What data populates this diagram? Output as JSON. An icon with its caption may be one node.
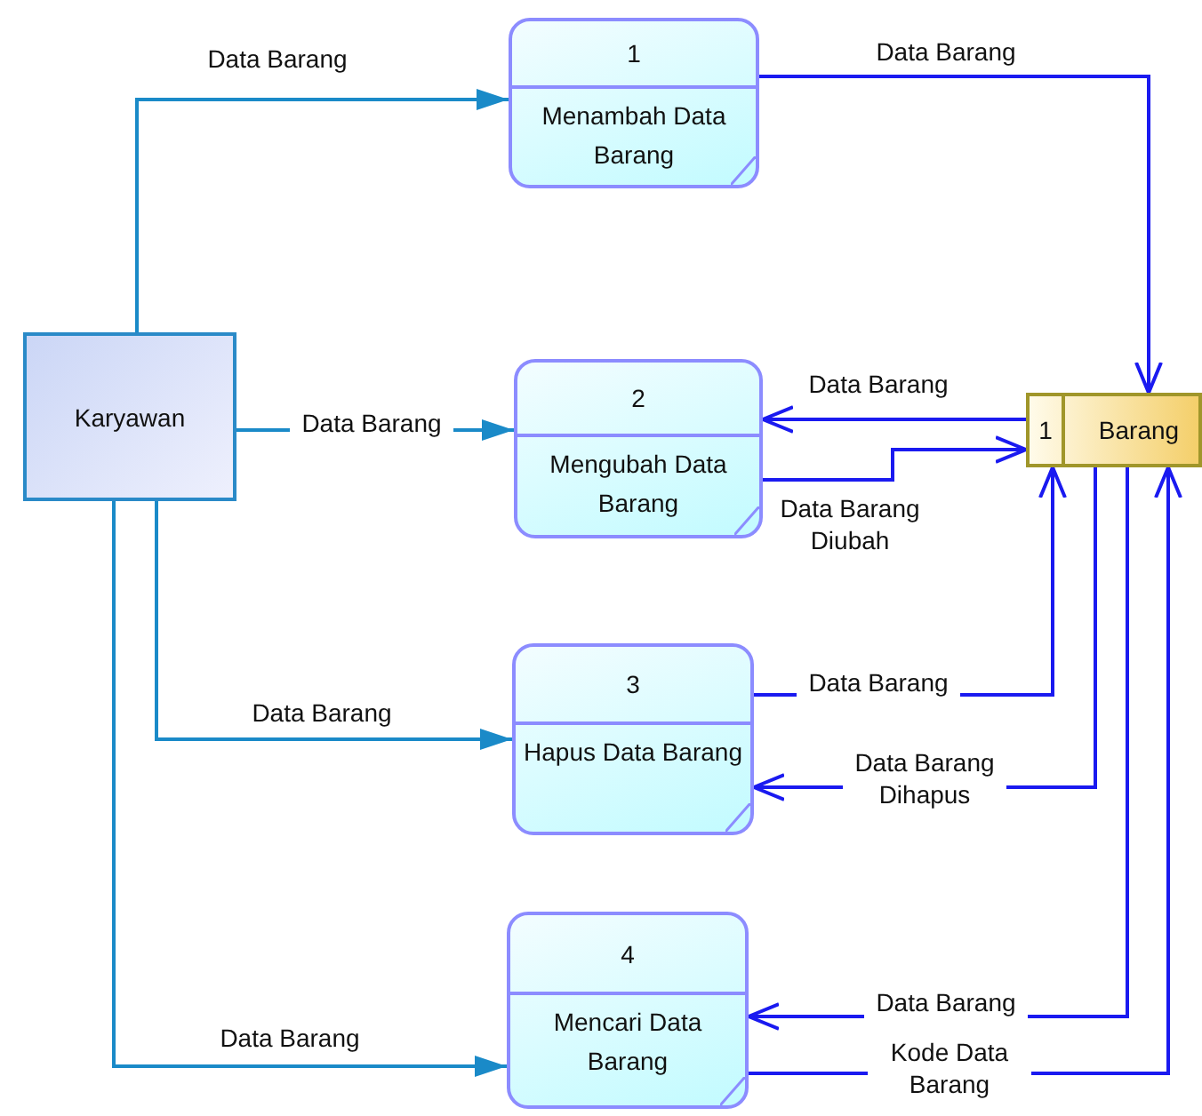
{
  "diagram": {
    "nodes": [
      {
        "text": [
          "Karyawan"
        ]
      },
      {
        "text": [
          "1",
          "Menambah Data Barang"
        ]
      },
      {
        "text": [
          "2",
          "Mengubah Data Barang"
        ]
      },
      {
        "text": [
          "3",
          "Hapus Data Barang"
        ]
      },
      {
        "text": [
          "4",
          "Mencari Data Barang"
        ]
      },
      {
        "text": [
          "1",
          "Barang"
        ]
      }
    ],
    "edges": [
      {
        "from": 0,
        "to": 1,
        "arrow": "to",
        "label": "Data Barang",
        "color": "#1a8ac8"
      },
      {
        "from": 0,
        "to": 2,
        "arrow": "to",
        "label": "Data Barang",
        "color": "#1a8ac8"
      },
      {
        "from": 0,
        "to": 3,
        "arrow": "to",
        "label": "Data Barang",
        "color": "#1a8ac8"
      },
      {
        "from": 0,
        "to": 4,
        "arrow": "to",
        "label": "Data Barang",
        "color": "#1a8ac8"
      },
      {
        "from": 1,
        "to": 5,
        "arrow": "to",
        "label": "Data Barang"
      },
      {
        "from": 5,
        "to": 2,
        "arrow": "to",
        "label": "Data Barang"
      },
      {
        "from": 2,
        "to": 5,
        "arrow": "to",
        "label": "Data Barang Diubah"
      },
      {
        "from": 3,
        "to": 5,
        "arrow": "to",
        "label": "Data Barang"
      },
      {
        "from": 5,
        "to": 3,
        "arrow": "to",
        "label": "Data Barang Dihapus"
      },
      {
        "from": 5,
        "to": 4,
        "arrow": "to",
        "label": "Data Barang"
      },
      {
        "from": 4,
        "to": 5,
        "arrow": "to",
        "label": "Kode Data Barang"
      }
    ]
  }
}
